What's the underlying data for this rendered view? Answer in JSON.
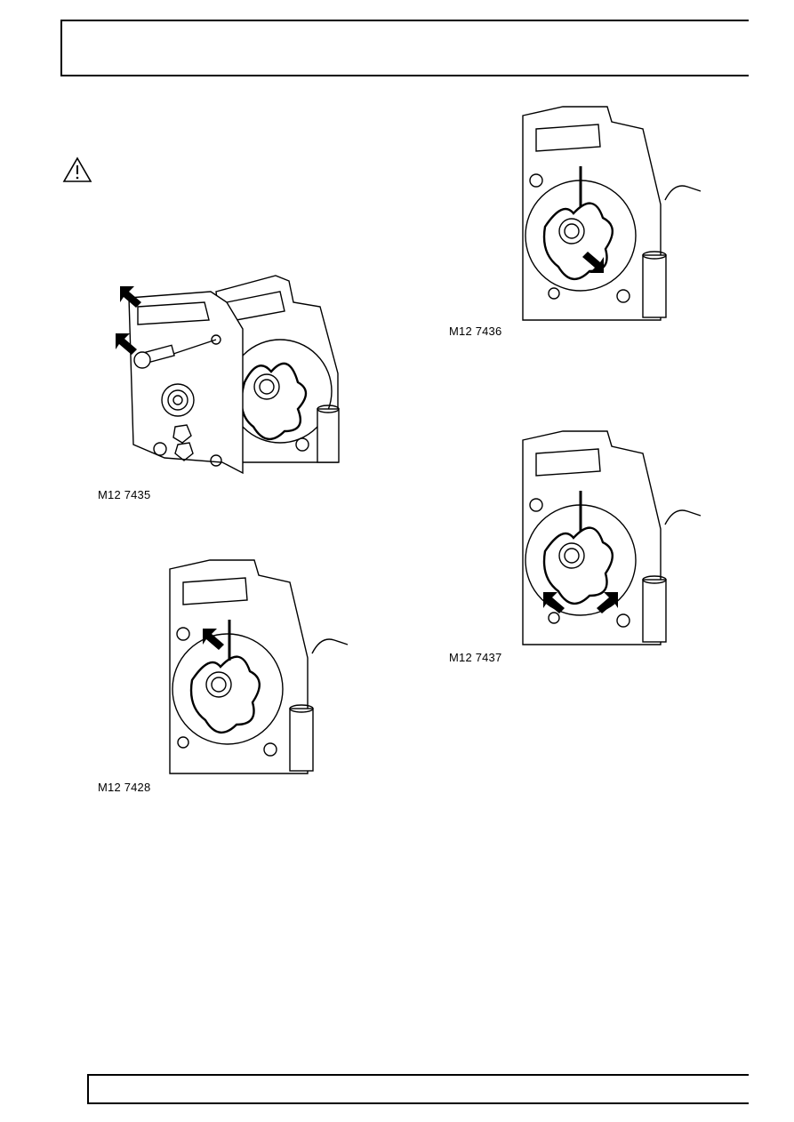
{
  "figures": [
    {
      "caption": "M12 7435"
    },
    {
      "caption": "M12 7428"
    },
    {
      "caption": "M12 7436"
    },
    {
      "caption": "M12 7437"
    }
  ],
  "icons": {
    "warning": "warning-triangle-icon"
  }
}
